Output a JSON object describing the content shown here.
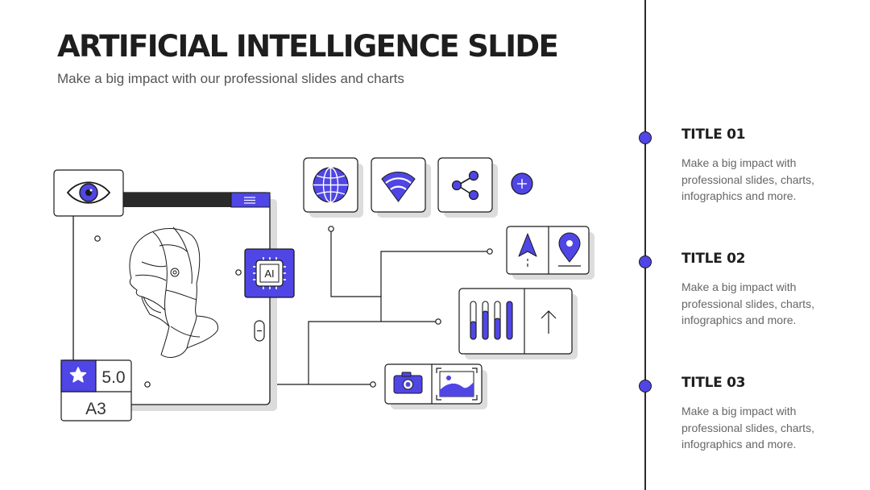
{
  "header": {
    "title": "ARTIFICIAL INTELLIGENCE SLIDE",
    "subtitle": "Make a big impact with our professional slides and charts"
  },
  "illustration": {
    "chip_label": "AI",
    "rating_value": "5.0",
    "badge_label": "A3"
  },
  "timeline": [
    {
      "title": "TITLE 01",
      "text": "Make a big impact with professional slides, charts, infographics and more."
    },
    {
      "title": "TITLE 02",
      "text": "Make a big impact with professional slides, charts, infographics and more."
    },
    {
      "title": "TITLE 03",
      "text": "Make a big impact with professional slides, charts, infographics and more."
    }
  ],
  "colors": {
    "accent": "#4f46e5",
    "ink": "#1a1a1a",
    "shadow": "#dcdcdc"
  }
}
